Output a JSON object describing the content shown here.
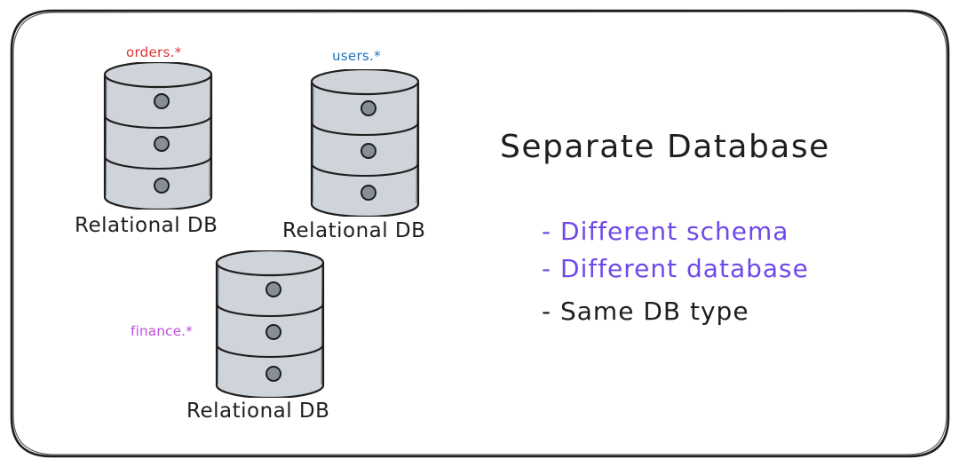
{
  "title": "Separate Database",
  "databases": [
    {
      "tag": "orders.*",
      "tag_color": "#e03131",
      "label": "Relational DB"
    },
    {
      "tag": "users.*",
      "tag_color": "#1971c2",
      "label": "Relational DB"
    },
    {
      "tag": "finance.*",
      "tag_color": "#be4bdb",
      "label": "Relational DB"
    }
  ],
  "points": [
    {
      "text": "- Different schema",
      "color": "#7048e8"
    },
    {
      "text": "- Different database",
      "color": "#7048e8"
    },
    {
      "text": "- Same DB type",
      "color": "#1e1e1e"
    }
  ],
  "colors": {
    "cylinder_fill": "#ced4da",
    "dot_fill": "#868e96",
    "stroke": "#1e1e1e"
  }
}
